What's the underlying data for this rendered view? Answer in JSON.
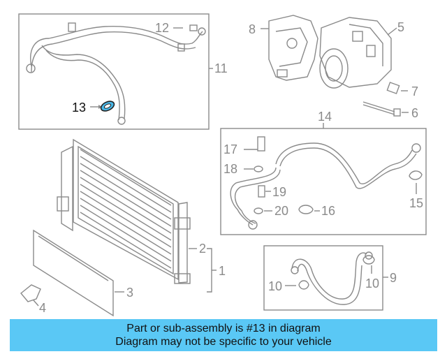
{
  "diagram": {
    "callouts": {
      "c1": "1",
      "c2": "2",
      "c3": "3",
      "c4": "4",
      "c5": "5",
      "c6": "6",
      "c7": "7",
      "c8": "8",
      "c9": "9",
      "c10a": "10",
      "c10b": "10",
      "c11": "11",
      "c12": "12",
      "c13": "13",
      "c14": "14",
      "c15": "15",
      "c16": "16",
      "c17": "17",
      "c18": "18",
      "c19": "19",
      "c20": "20"
    },
    "highlight_part": "13",
    "colors": {
      "line": "#8a8a8a",
      "highlight": "#4ab8e8",
      "banner": "#5ac8f5",
      "text": "#111111"
    }
  },
  "banner": {
    "line1": "Part or sub-assembly is #13 in diagram",
    "line2": "Diagram may not be specific to your vehicle"
  }
}
